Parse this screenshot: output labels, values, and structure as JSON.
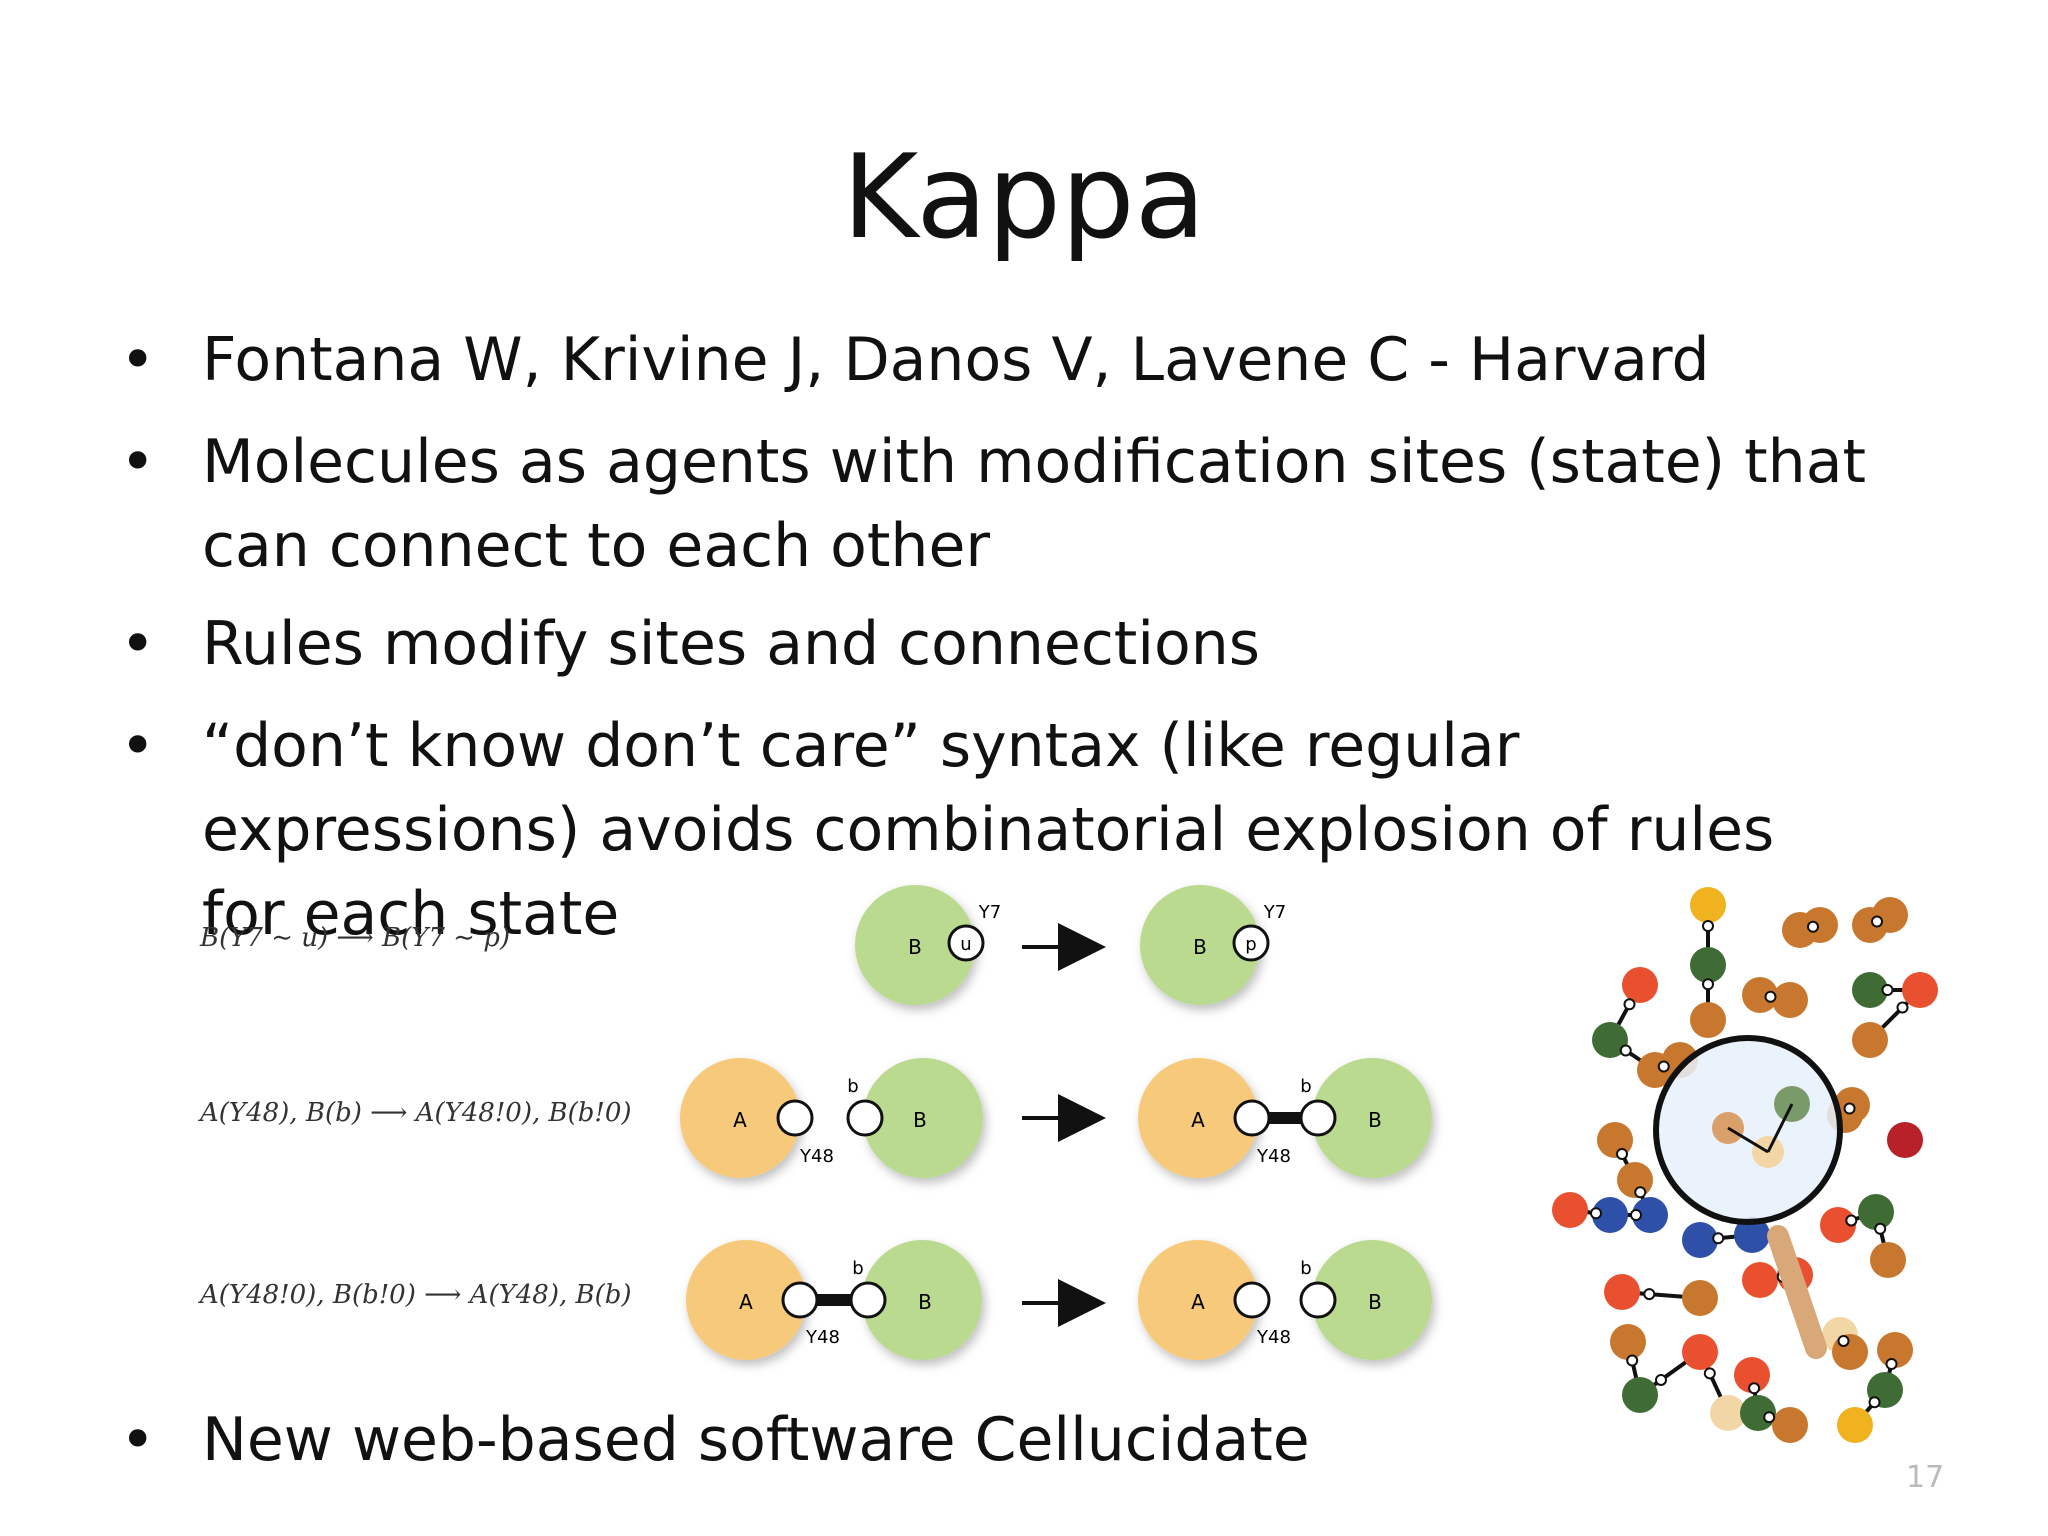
{
  "slide": {
    "title": "Kappa",
    "bullet_glyph": "•",
    "bullets": [
      "Fontana W, Krivine J, Danos V, Lavene C - Harvard",
      "Molecules as agents with modification sites (state) that can connect to each other",
      "Rules modify sites and connections",
      "“don’t know don’t care” syntax (like regular expressions) avoids combinatorial explosion of rules for each state",
      "New web-based software Cellucidate"
    ],
    "page_number": "17"
  },
  "rules": [
    {
      "formula": "B(Y7 ∼ u) ⟶ B(Y7 ∼ p)"
    },
    {
      "formula": "A(Y48), B(b) ⟶ A(Y48!0), B(b!0)"
    },
    {
      "formula": "A(Y48!0), B(b!0) ⟶ A(Y48), B(b)"
    }
  ],
  "diagram_labels": {
    "agent_a": "A",
    "agent_b": "B",
    "site_y7": "Y7",
    "site_y48": "Y48",
    "site_b": "b",
    "state_u": "u",
    "state_p": "p"
  },
  "colors": {
    "agent_a": "#f7c97a",
    "agent_b": "#b9da8f",
    "magnifier_lens": "#e6f1fb",
    "magnifier_handle": "#d8a878"
  }
}
